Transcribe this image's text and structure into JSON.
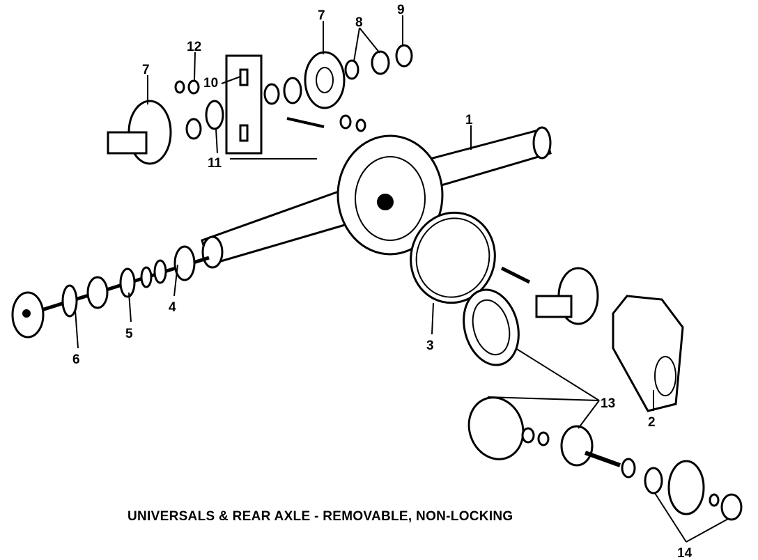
{
  "diagram": {
    "caption": "UNIVERSALS & REAR AXLE - REMOVABLE, NON-LOCKING",
    "callouts": {
      "c1": "1",
      "c2": "2",
      "c3": "3",
      "c4": "4",
      "c5": "5",
      "c6": "6",
      "c7a": "7",
      "c7b": "7",
      "c8": "8",
      "c9": "9",
      "c10": "10",
      "c11": "11",
      "c12": "12",
      "c13": "13",
      "c14": "14"
    }
  }
}
